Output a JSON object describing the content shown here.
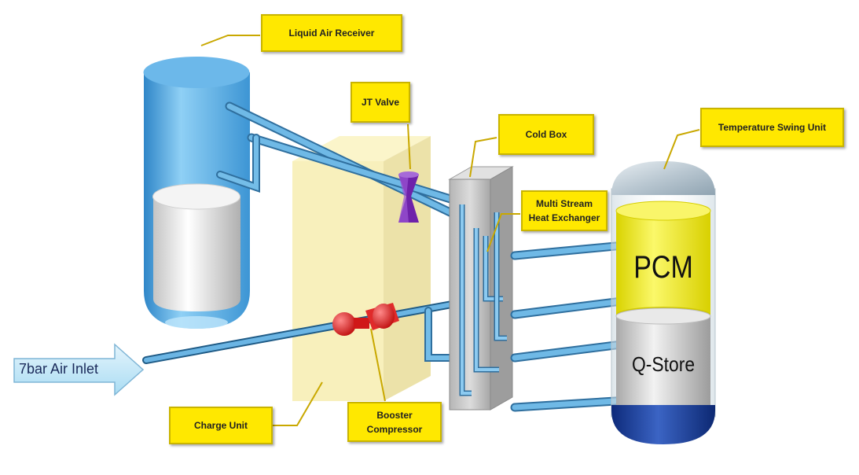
{
  "labels": {
    "liquid_air_receiver": "Liquid Air Receiver",
    "jt_valve": "JT Valve",
    "cold_box": "Cold Box",
    "temperature_swing_unit": "Temperature Swing Unit",
    "multi_stream_heat_exchanger": "Multi Stream\nHeat Exchanger",
    "charge_unit": "Charge Unit",
    "booster_compressor": "Booster\nCompressor"
  },
  "tank": {
    "pcm": "PCM",
    "q_store": "Q-Store"
  },
  "inlet": "7bar Air Inlet",
  "colors": {
    "callout_fill": "#ffe800",
    "pipe": "#5fa8de",
    "receiver": "#5cace3",
    "charge_unit": "#f6eeb0",
    "cold_box": "#c8c8c8",
    "pcm": "#f5ef1a",
    "q_store": "#dcdcdc",
    "valve": "#7a2bb5",
    "compressor": "#e02020"
  }
}
